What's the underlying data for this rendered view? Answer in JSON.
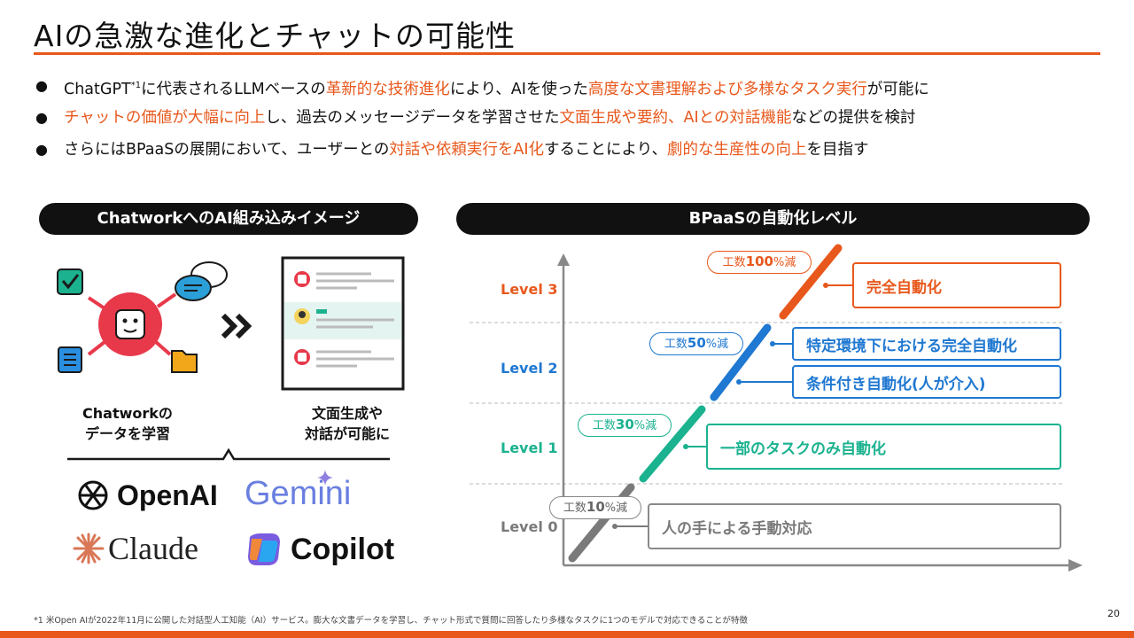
{
  "title": "AIの急激な進化とチャットの可能性",
  "bullets": [
    {
      "segments": [
        {
          "text": "ChatGPT",
          "hl": false
        },
        {
          "text": "*1",
          "sup": true
        },
        {
          "text": "に代表されるLLMベースの",
          "hl": false
        },
        {
          "text": "革新的な技術進化",
          "hl": true
        },
        {
          "text": "により、AIを使った",
          "hl": false
        },
        {
          "text": "高度な文書理解および多様なタスク実行",
          "hl": true
        },
        {
          "text": "が可能に",
          "hl": false
        }
      ]
    },
    {
      "segments": [
        {
          "text": "チャットの価値が大幅に向上",
          "hl": true
        },
        {
          "text": "し、過去のメッセージデータを学習させた",
          "hl": false
        },
        {
          "text": "文面生成や要約、AIとの対話機能",
          "hl": true
        },
        {
          "text": "などの提供を検討",
          "hl": false
        }
      ]
    },
    {
      "segments": [
        {
          "text": "さらにはBPaaSの展開において、ユーザーとの",
          "hl": false
        },
        {
          "text": "対話や依頼実行をAI化",
          "hl": true
        },
        {
          "text": "することにより、",
          "hl": false
        },
        {
          "text": "劇的な生産性の向上",
          "hl": true
        },
        {
          "text": "を目指す",
          "hl": false
        }
      ]
    }
  ],
  "left": {
    "header": "ChatworkへのAI組み込みイメージ",
    "caption_left": [
      "Chatworkの",
      "データを学習"
    ],
    "caption_right": [
      "文面生成や",
      "対話が可能に"
    ],
    "logos": {
      "openai": "OpenAI",
      "gemini": "Gemini",
      "claude": "Claude",
      "copilot": "Copilot"
    }
  },
  "right": {
    "header": "BPaaSの自動化レベル",
    "levels": [
      {
        "label": "Level 3",
        "color": "#e8581c"
      },
      {
        "label": "Level 2",
        "color": "#1f78d1"
      },
      {
        "label": "Level 1",
        "color": "#1bb28f"
      },
      {
        "label": "Level 0",
        "color": "#7a7a7a"
      }
    ],
    "boxes": {
      "l3": "完全自動化",
      "l2a": "特定環境下における完全自動化",
      "l2b": "条件付き自動化(人が介入)",
      "l1": "一部のタスクのみ自動化",
      "l0": "人の手による手動対応"
    },
    "badges": {
      "l3": {
        "prefix": "工数",
        "value": "100",
        "suffix": "%減"
      },
      "l2": {
        "prefix": "工数",
        "value": "50",
        "suffix": "%減"
      },
      "l1": {
        "prefix": "工数",
        "value": "30",
        "suffix": "%減"
      },
      "l0": {
        "prefix": "工数",
        "value": "10",
        "suffix": "%減"
      }
    }
  },
  "footnote": "*1 米Open AIが2022年11月に公開した対話型人工知能（AI）サービス。膨大な文書データを学習し、チャット形式で質問に回答したり多様なタスクに1つのモデルで対応できることが特徴",
  "page_number": "20",
  "colors": {
    "accent": "#e8581c",
    "level3": "#e8581c",
    "level2": "#1f78d1",
    "level1": "#1bb28f",
    "level0": "#7a7a7a"
  }
}
